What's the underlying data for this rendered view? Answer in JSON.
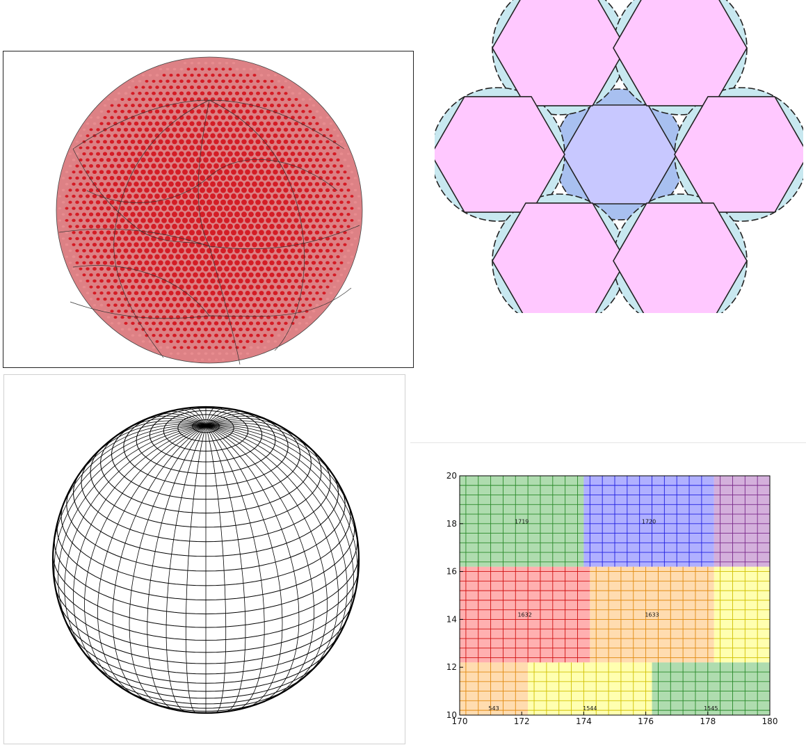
{
  "colors": {
    "sphere_fill": "#d2575c",
    "sphere_dot": "#d41c25",
    "sphere_dot_light": "#e88c8f",
    "hex_fill": "#ffc8ff",
    "hex_center_fill": "#c8c8ff",
    "circle_fill": "#c8e8f0",
    "circle_center_fill": "#a8c0f0",
    "green": "#6ec06e",
    "blue": "#7070ff",
    "purple": "#b070c0",
    "red": "#ff7070",
    "orange": "#ffc070",
    "yellow": "#ffff70",
    "green_line": "#2a8a2a",
    "blue_line": "#2020e0",
    "purple_line": "#7a2a8a",
    "red_line": "#d01010",
    "orange_line": "#e08a10",
    "yellow_line": "#d0c000"
  },
  "grid_plot": {
    "xlim": [
      170,
      180
    ],
    "ylim": [
      10,
      20
    ],
    "x_ticks": [
      "170",
      "172",
      "174",
      "176",
      "178",
      "180"
    ],
    "y_ticks": [
      "10",
      "12",
      "14",
      "16",
      "18",
      "20"
    ],
    "regions": [
      {
        "label": "1719",
        "color": "green",
        "x0": 170,
        "x1": 174,
        "y0": 16.2,
        "y1": 20
      },
      {
        "label": "1720",
        "color": "blue",
        "x0": 174,
        "x1": 178.2,
        "y0": 16.2,
        "y1": 20
      },
      {
        "label": "",
        "color": "purple",
        "x0": 178.2,
        "x1": 180,
        "y0": 16.2,
        "y1": 20
      },
      {
        "label": "1632",
        "color": "red",
        "x0": 170,
        "x1": 174.2,
        "y0": 12.2,
        "y1": 16.2
      },
      {
        "label": "1633",
        "color": "orange",
        "x0": 174.2,
        "x1": 178.2,
        "y0": 12.2,
        "y1": 16.2
      },
      {
        "label": "",
        "color": "yellow",
        "x0": 178.2,
        "x1": 180,
        "y0": 12.2,
        "y1": 16.2
      },
      {
        "label": "543",
        "color": "orange",
        "x0": 170,
        "x1": 172.2,
        "y0": 10,
        "y1": 12.2
      },
      {
        "label": "1544",
        "color": "yellow",
        "x0": 172.2,
        "x1": 176.2,
        "y0": 10,
        "y1": 12.2
      },
      {
        "label": "1545",
        "color": "green",
        "x0": 176.2,
        "x1": 180,
        "y0": 10,
        "y1": 12.2
      }
    ]
  }
}
